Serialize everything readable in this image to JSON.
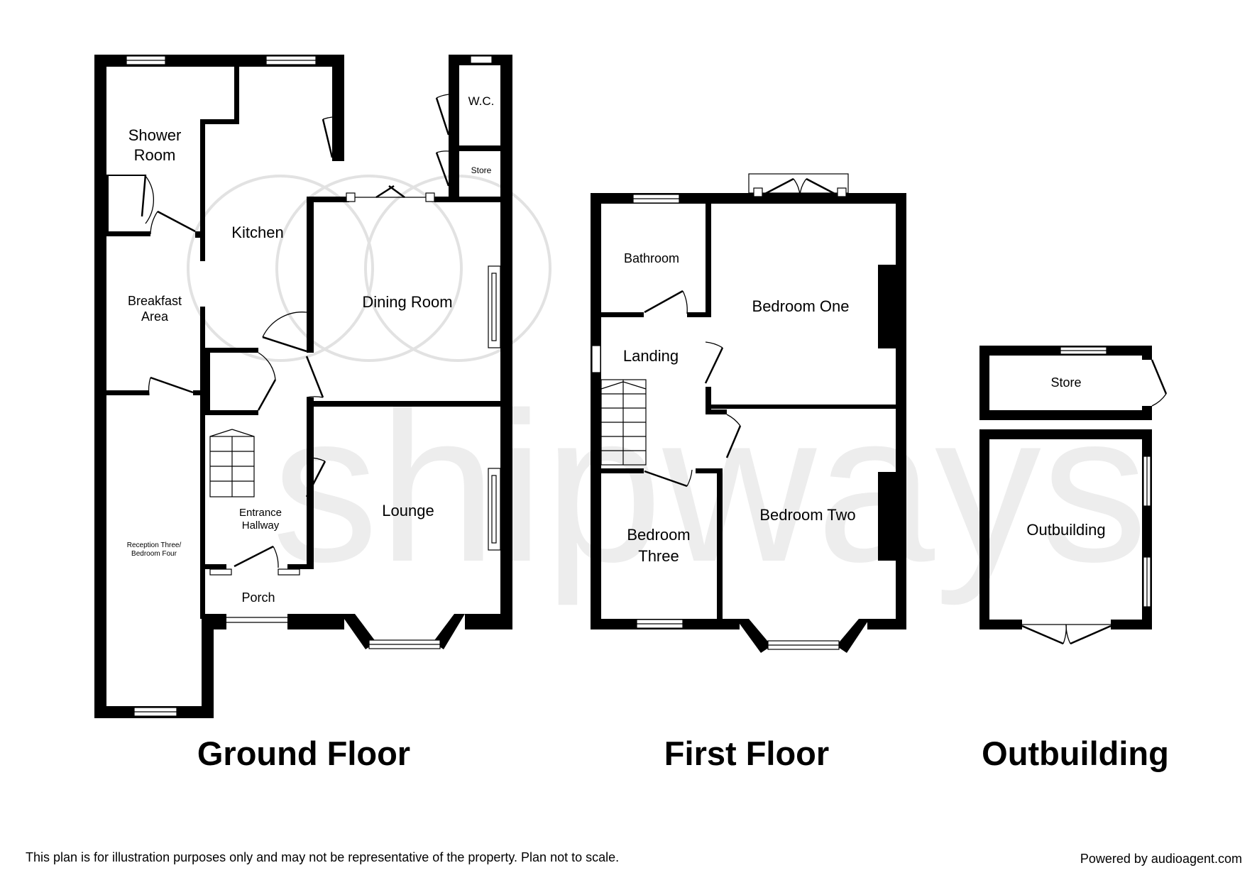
{
  "rooms": {
    "ground": {
      "shower_room": [
        "Shower",
        "Room"
      ],
      "kitchen": "Kitchen",
      "wc": "W.C.",
      "store": "Store",
      "breakfast_area": [
        "Breakfast",
        "Area"
      ],
      "dining_room": "Dining Room",
      "entrance_hallway": [
        "Entrance",
        "Hallway"
      ],
      "lounge": "Lounge",
      "reception": [
        "Reception Three/",
        "Bedroom Four"
      ],
      "porch": "Porch"
    },
    "first": {
      "bathroom": "Bathroom",
      "bedroom_one": "Bedroom One",
      "landing": "Landing",
      "bedroom_two": "Bedroom Two",
      "bedroom_three": [
        "Bedroom",
        "Three"
      ]
    },
    "outbuilding": {
      "store": "Store",
      "outbuilding": "Outbuilding"
    }
  },
  "floor_titles": {
    "ground": "Ground Floor",
    "first": "First Floor",
    "outbuilding": "Outbuilding"
  },
  "watermark": "shipways",
  "footer": {
    "disclaimer": "This plan is for illustration purposes only and may not be representative of the property. Plan not to scale.",
    "credit": "Powered by audioagent.com"
  }
}
